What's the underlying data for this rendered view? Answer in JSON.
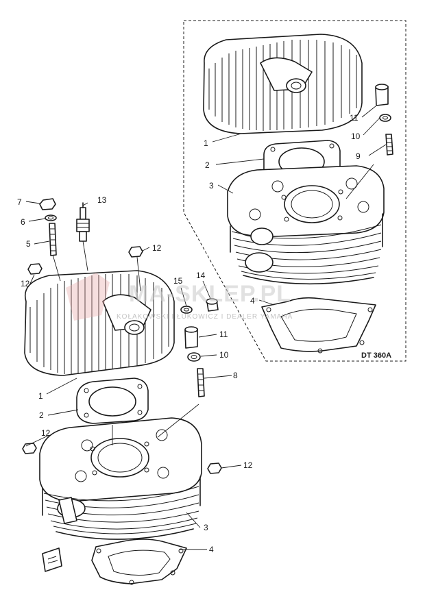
{
  "diagram": {
    "model_code": "DT 360A",
    "watermark": {
      "main": "MA-SKLEP.PL",
      "sub": "KOŁAKOWSKI I ŁUKOWICZ I DEALER YAMAHA"
    },
    "callouts": {
      "right_top": [
        "11",
        "10",
        "9",
        "1",
        "2",
        "3",
        "4"
      ],
      "left_top": [
        "7",
        "6",
        "5",
        "13",
        "12",
        "12",
        "15",
        "14",
        "11",
        "10",
        "8",
        "1"
      ],
      "left_bottom": [
        "2",
        "12",
        "12",
        "3",
        "4"
      ]
    },
    "colors": {
      "ink": "#1a1a1a",
      "paper": "#ffffff",
      "watermark": "#c9c9c9",
      "watermark_logo": "#e6a0a0"
    }
  }
}
